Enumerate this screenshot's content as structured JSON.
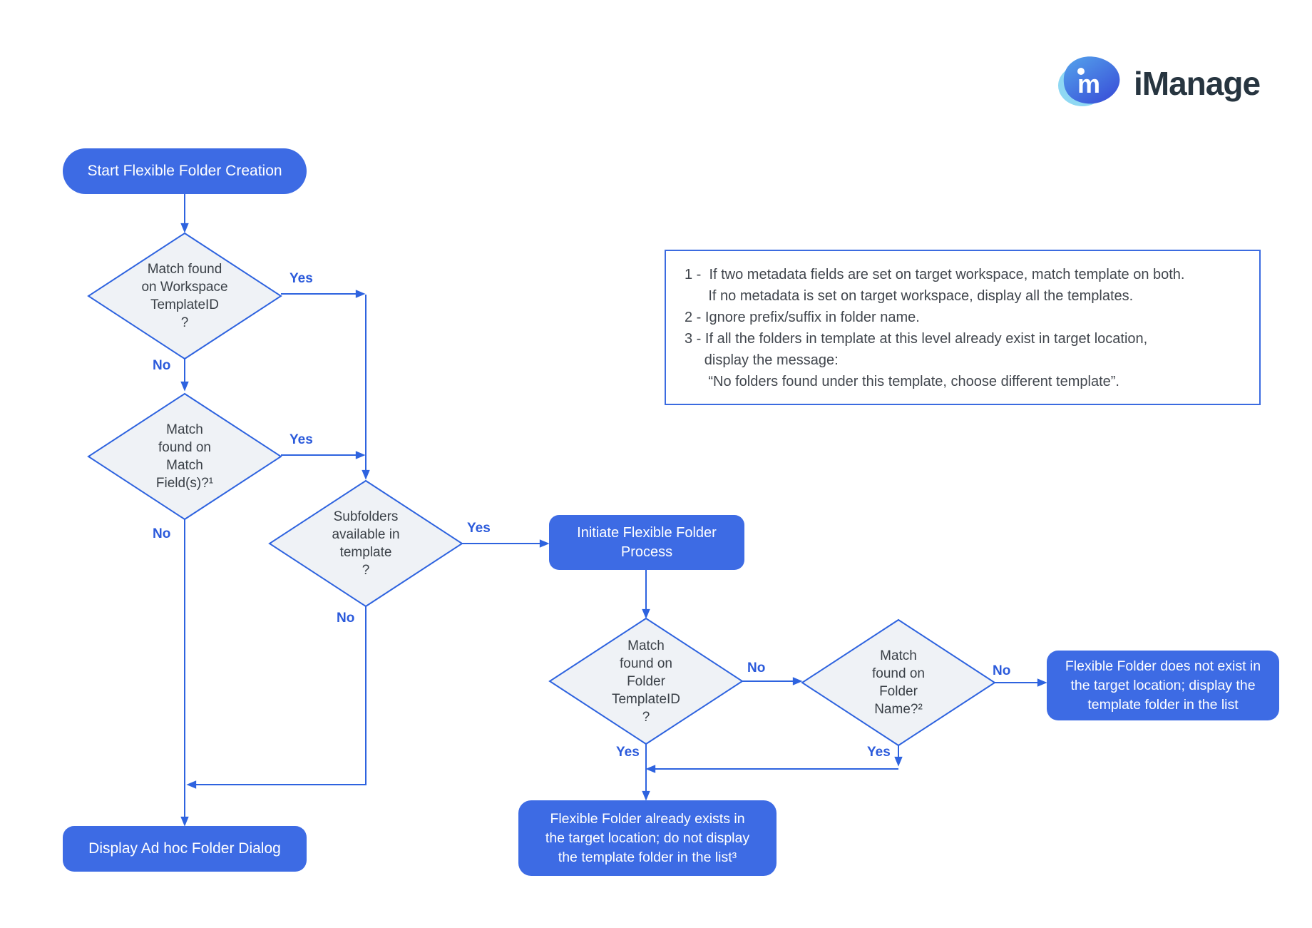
{
  "logo": {
    "mark": "m",
    "wordmark": "iManage"
  },
  "nodes": {
    "start": {
      "label": "Start Flexible Folder Creation"
    },
    "d_workspace": {
      "label": "Match found\non Workspace\nTemplateID\n?"
    },
    "d_matchfields": {
      "label": "Match\nfound on\nMatch\nField(s)?¹"
    },
    "d_subfolders": {
      "label": "Subfolders\navailable in\ntemplate\n?"
    },
    "initiate": {
      "label": "Initiate Flexible Folder\nProcess"
    },
    "d_folder_templateid": {
      "label": "Match\nfound on\nFolder\nTemplateID\n?"
    },
    "d_folder_name": {
      "label": "Match\nfound on\nFolder\nName?²"
    },
    "not_exist": {
      "label": "Flexible Folder does not exist in\nthe target location; display the\ntemplate folder in the list"
    },
    "already_exists": {
      "label": "Flexible Folder already exists in\nthe target location; do not display\nthe template folder in the list³"
    },
    "adhoc": {
      "label": "Display Ad hoc Folder Dialog"
    }
  },
  "edges": {
    "yes": "Yes",
    "no": "No"
  },
  "notes": {
    "text": "1 -  If two metadata fields are set on target workspace, match template on both.\n      If no metadata is set on target workspace, display all the templates.\n2 - Ignore prefix/suffix in folder name.\n3 - If all the folders in template at this level already exist in target location,\n     display the message:\n      “No folders found under this template, choose different template”."
  },
  "colors": {
    "node_blue": "#3D6BE4",
    "line_blue": "#2E63DF",
    "label_blue": "#2B5ADB",
    "diamond_fill": "#EFF2F6",
    "diamond_text": "#3A4047",
    "notes_border": "#3B6BE0",
    "wordmark_navy": "#273540",
    "logo_light_blue": "#8FD8F3"
  }
}
